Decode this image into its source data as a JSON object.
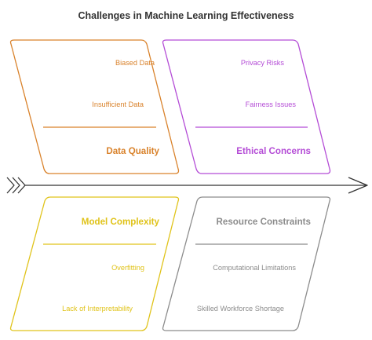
{
  "title": "Challenges in Machine Learning Effectiveness",
  "colors": {
    "data_quality": "#D9822B",
    "ethical_concerns": "#B44CD6",
    "model_complexity": "#E0C31A",
    "resource_constraints": "#8C8C8C",
    "spine": "#333333"
  },
  "categories": {
    "data_quality": {
      "label": "Data Quality",
      "causes": [
        "Biased Data",
        "Insufficient Data"
      ]
    },
    "ethical_concerns": {
      "label": "Ethical Concerns",
      "causes": [
        "Privacy Risks",
        "Fairness Issues"
      ]
    },
    "model_complexity": {
      "label": "Model Complexity",
      "causes": [
        "Overfitting",
        "Lack of Interpretability"
      ]
    },
    "resource_constraints": {
      "label": "Resource Constraints",
      "causes": [
        "Computational Limitations",
        "Skilled Workforce Shortage"
      ]
    }
  }
}
